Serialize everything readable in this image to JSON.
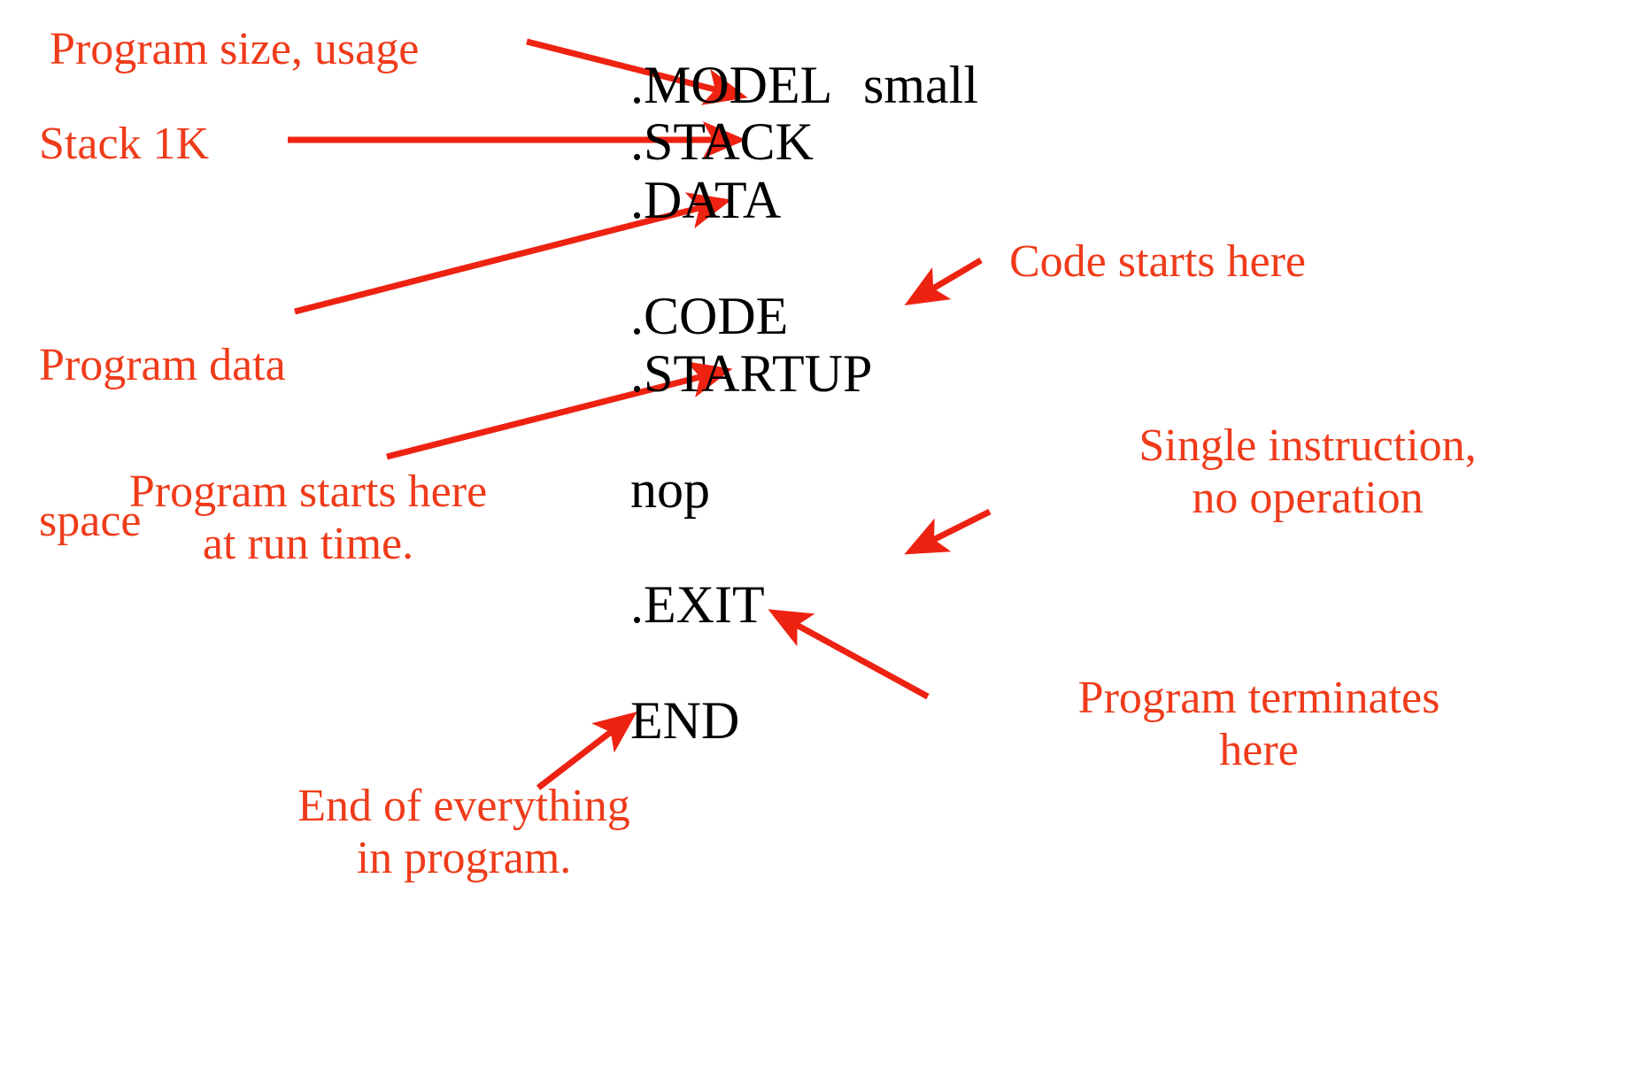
{
  "slide": {
    "title": "Assembly program skeleton annotated",
    "background_color": "#ffffff",
    "code_color": "#000000",
    "annotation_color": "#ef3b1a"
  },
  "code": {
    "lines": [
      {
        "id": "model",
        "text": ".MODEL"
      },
      {
        "id": "operand",
        "text": "small"
      },
      {
        "id": "stack",
        "text": ".STACK"
      },
      {
        "id": "data",
        "text": ".DATA"
      },
      {
        "id": "code",
        "text": ".CODE"
      },
      {
        "id": "startup",
        "text": ".STARTUP"
      },
      {
        "id": "nop",
        "text": "nop"
      },
      {
        "id": "exit",
        "text": ".EXIT"
      },
      {
        "id": "end",
        "text": "END"
      }
    ]
  },
  "annotations": [
    {
      "id": "program-size-usage",
      "text": "Program size, usage",
      "target": ".MODEL"
    },
    {
      "id": "stack-1k",
      "text": "Stack 1K",
      "target": ".STACK"
    },
    {
      "id": "program-data-space",
      "line1": "Program data",
      "line2": "space",
      "target": ".DATA"
    },
    {
      "id": "code-starts-here",
      "text": "Code starts here",
      "target": ".CODE"
    },
    {
      "id": "program-starts-here",
      "line1": "Program starts here",
      "line2": "at run time.",
      "target": ".STARTUP"
    },
    {
      "id": "single-instruction",
      "line1": "Single instruction,",
      "line2": "no operation",
      "target": "nop"
    },
    {
      "id": "program-terminates",
      "line1": "Program terminates",
      "line2": "here",
      "target": ".EXIT"
    },
    {
      "id": "end-of-everything",
      "line1": "End of everything",
      "line2": "in program.",
      "target": "END"
    }
  ]
}
